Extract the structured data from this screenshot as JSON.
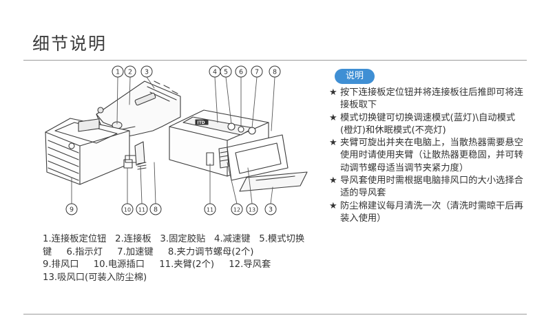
{
  "page": {
    "title": "细节说明"
  },
  "diagram": {
    "callouts": [
      "1",
      "2",
      "3",
      "4",
      "5",
      "6",
      "7",
      "8",
      "9",
      "10",
      "11",
      "8",
      "11",
      "12",
      "13",
      "3"
    ],
    "panel_text": "ITD"
  },
  "caption": {
    "items": [
      "1.连接板定位钮",
      "2.连接板",
      "3.固定胶贴",
      "4.减速键",
      "5.模式切换键",
      "6.指示灯",
      "7.加速键",
      "8.夹力调节螺母(2个)",
      "9.排风口",
      "10.电源插口",
      "11.夹臂(2个)",
      "12.导风套",
      "13.吸风口(可装入防尘棉)"
    ]
  },
  "notes": {
    "badge": "说明",
    "star": "★",
    "items": [
      "按下连接板定位钮并将连接板往后推即可将连接板取下",
      "模式切换键可切换调速模式(蓝灯)\\自动模式(橙灯)和休眠模式(不亮灯)",
      "夹臂可旋出并夹在电脑上，当散热器需要悬空使用时请使用夹臂（让散热器更稳固，并可转动调节螺母适当调节夹紧力度）",
      "导风套使用时需根据电脑排风口的大小选择合适的导风套",
      "防尘棉建议每月清洗一次（清洗时需晾干后再装入使用）"
    ]
  },
  "colors": {
    "badge_bg": "#3f8fd4",
    "rule": "#9b9b9b",
    "text": "#333333"
  }
}
